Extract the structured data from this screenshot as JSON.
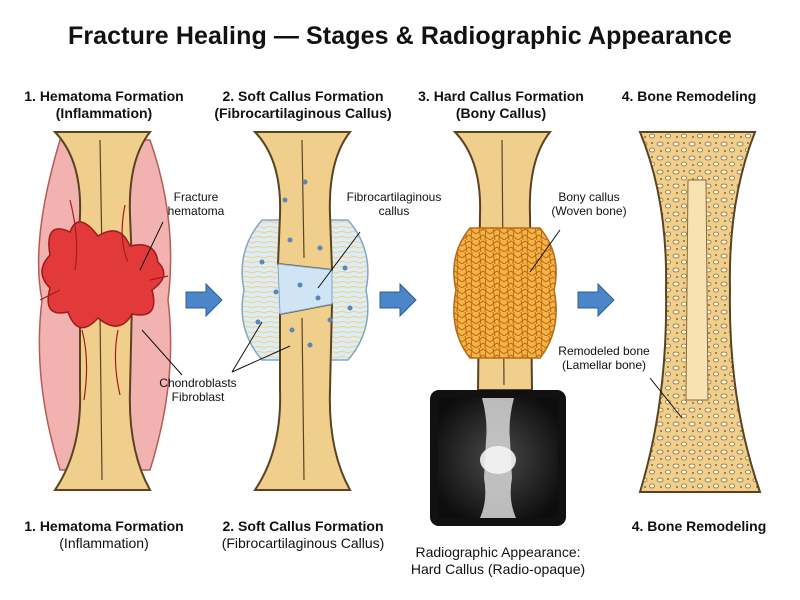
{
  "title": "Fracture Healing — Stages & Radiographic Appearance",
  "stages": [
    {
      "heading_line1": "1. Hematoma Formation",
      "heading_line2": "(Inflammation)",
      "footer_line1": "1. Hematoma Formation",
      "footer_line2": "(Inflammation)"
    },
    {
      "heading_line1": "2. Soft Callus Formation",
      "heading_line2": "(Fibrocartilaginous Callus)",
      "footer_line1": "2. Soft Callus Formation",
      "footer_line2": "(Fibrocartilaginous Callus)"
    },
    {
      "heading_line1": "3. Hard Callus Formation",
      "heading_line2": "(Bony Callus)",
      "footer_line1": "Radiographic Appearance:",
      "footer_line2": "Hard Callus (Radio-opaque)"
    },
    {
      "heading_line1": "4. Bone Remodeling",
      "heading_line2": "",
      "footer_line1": "4. Bone Remodeling",
      "footer_line2": ""
    }
  ],
  "labels": {
    "fracture_hematoma_1": "Fracture",
    "fracture_hematoma_2": "hematoma",
    "chondroblasts": "Chondroblasts",
    "fibroblast": "Fibroblast",
    "fibrocartilaginous_1": "Fibrocartilaginous",
    "fibrocartilaginous_2": "callus",
    "bony_callus_1": "Bony callus",
    "bony_callus_2": "(Woven bone)",
    "remodeled_1": "Remodeled bone",
    "remodeled_2": "(Lamellar bone)"
  },
  "colors": {
    "bone": "#f0cf8c",
    "bone_outline": "#5a4320",
    "hematoma": "#e23a3a",
    "muscle": "#f2b3b0",
    "soft_callus": "#d8eaf7",
    "hard_callus": "#f2a93a",
    "arrow": "#4a86c8",
    "xray_frame": "#111111"
  },
  "icons": {
    "flow_arrow": "right-arrow-icon"
  }
}
